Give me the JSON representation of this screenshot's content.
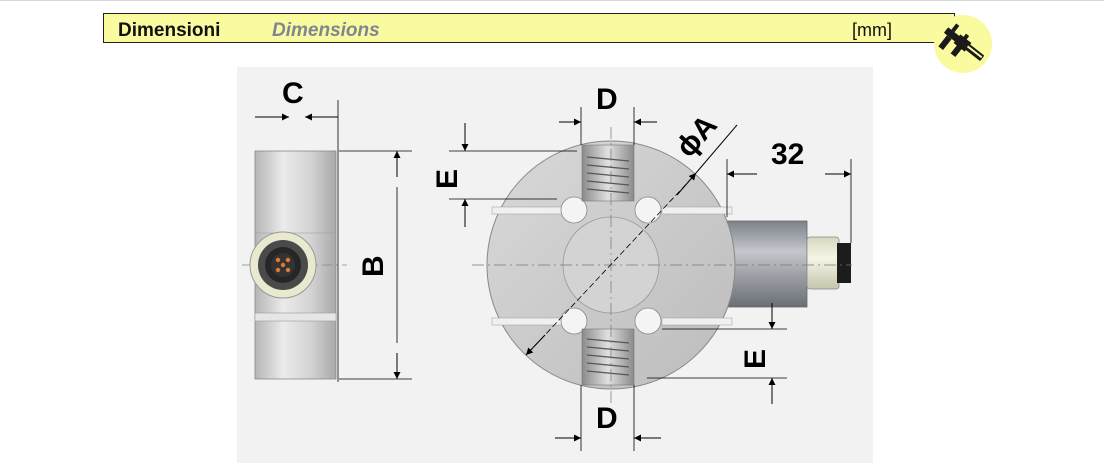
{
  "header": {
    "title_it": "Dimensioni",
    "title_en": "Dimensions",
    "unit": "[mm]"
  },
  "icon": "caliper-icon",
  "colors": {
    "header_bg": "#fafa9e",
    "badge_bg": "#fafa9e",
    "drawing_bg": "#f2f2f2",
    "part_metal": "#c9c9c9",
    "connector_grey": "#8f9399"
  },
  "diagram": {
    "labels": {
      "c": "C",
      "b": "B",
      "d_top": "D",
      "d_bottom": "D",
      "e_left": "E",
      "e_right": "E",
      "phi_a": "ϕA",
      "connector_length": "32"
    }
  }
}
